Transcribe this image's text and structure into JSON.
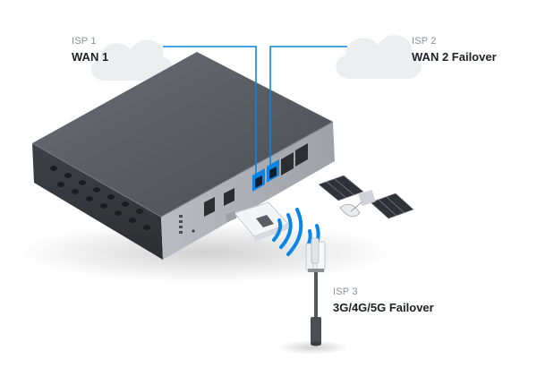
{
  "labels": {
    "isp1": {
      "tag": "ISP 1",
      "name": "WAN 1"
    },
    "isp2": {
      "tag": "ISP 2",
      "name": "WAN 2 Failover"
    },
    "isp3": {
      "tag": "ISP 3",
      "name": "3G/4G/5G Failover"
    }
  },
  "colors": {
    "accent_blue": "#0a86e6",
    "device_top": "#5c5f65",
    "device_front": "#3a3d42",
    "device_panel": "#a9adb3",
    "cloud": "#eceef0"
  },
  "icons": [
    "cloud-icon",
    "router-device",
    "lte-dongle",
    "signal-waves-icon",
    "satellite-icon",
    "cell-tower-antenna"
  ]
}
